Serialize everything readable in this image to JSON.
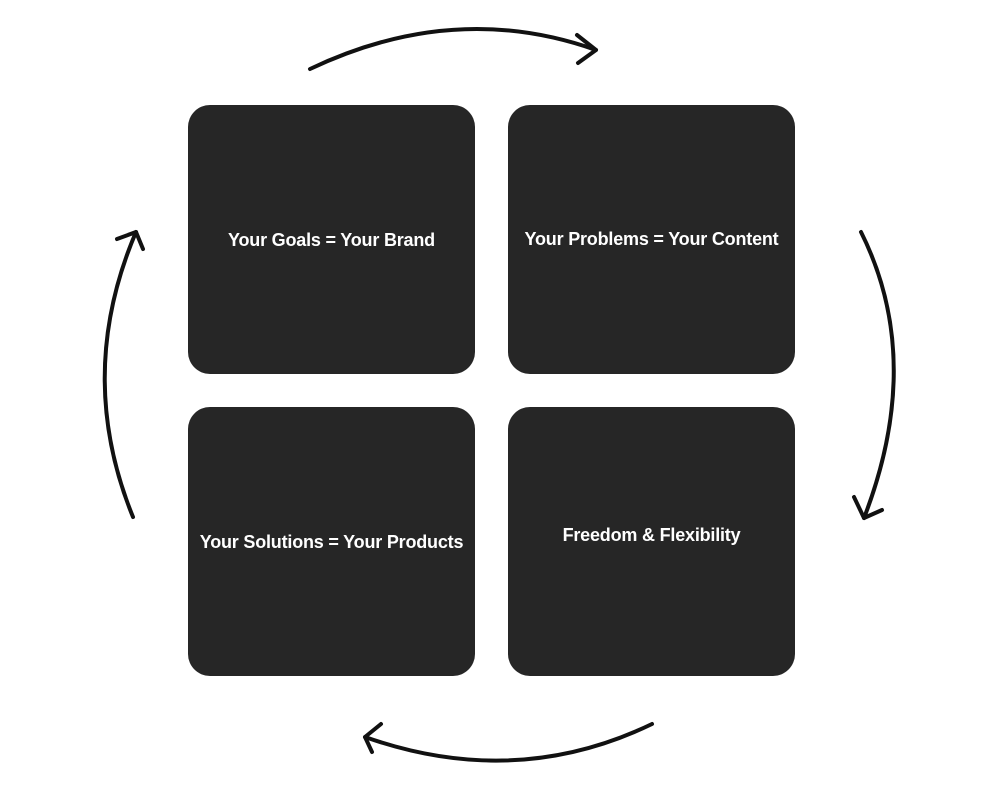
{
  "boxes": {
    "top_left": "Your Goals = Your Brand",
    "top_right": "Your Problems = Your Content",
    "bottom_left": "Your Solutions = Your Products",
    "bottom_right": "Freedom & Flexibility"
  },
  "colors": {
    "box_background": "#262626",
    "box_text": "#ffffff",
    "arrow": "#111111",
    "page_background": "#ffffff"
  },
  "arrow_icons": [
    "arrow-top-clockwise-icon",
    "arrow-right-clockwise-icon",
    "arrow-bottom-clockwise-icon",
    "arrow-left-clockwise-icon"
  ]
}
